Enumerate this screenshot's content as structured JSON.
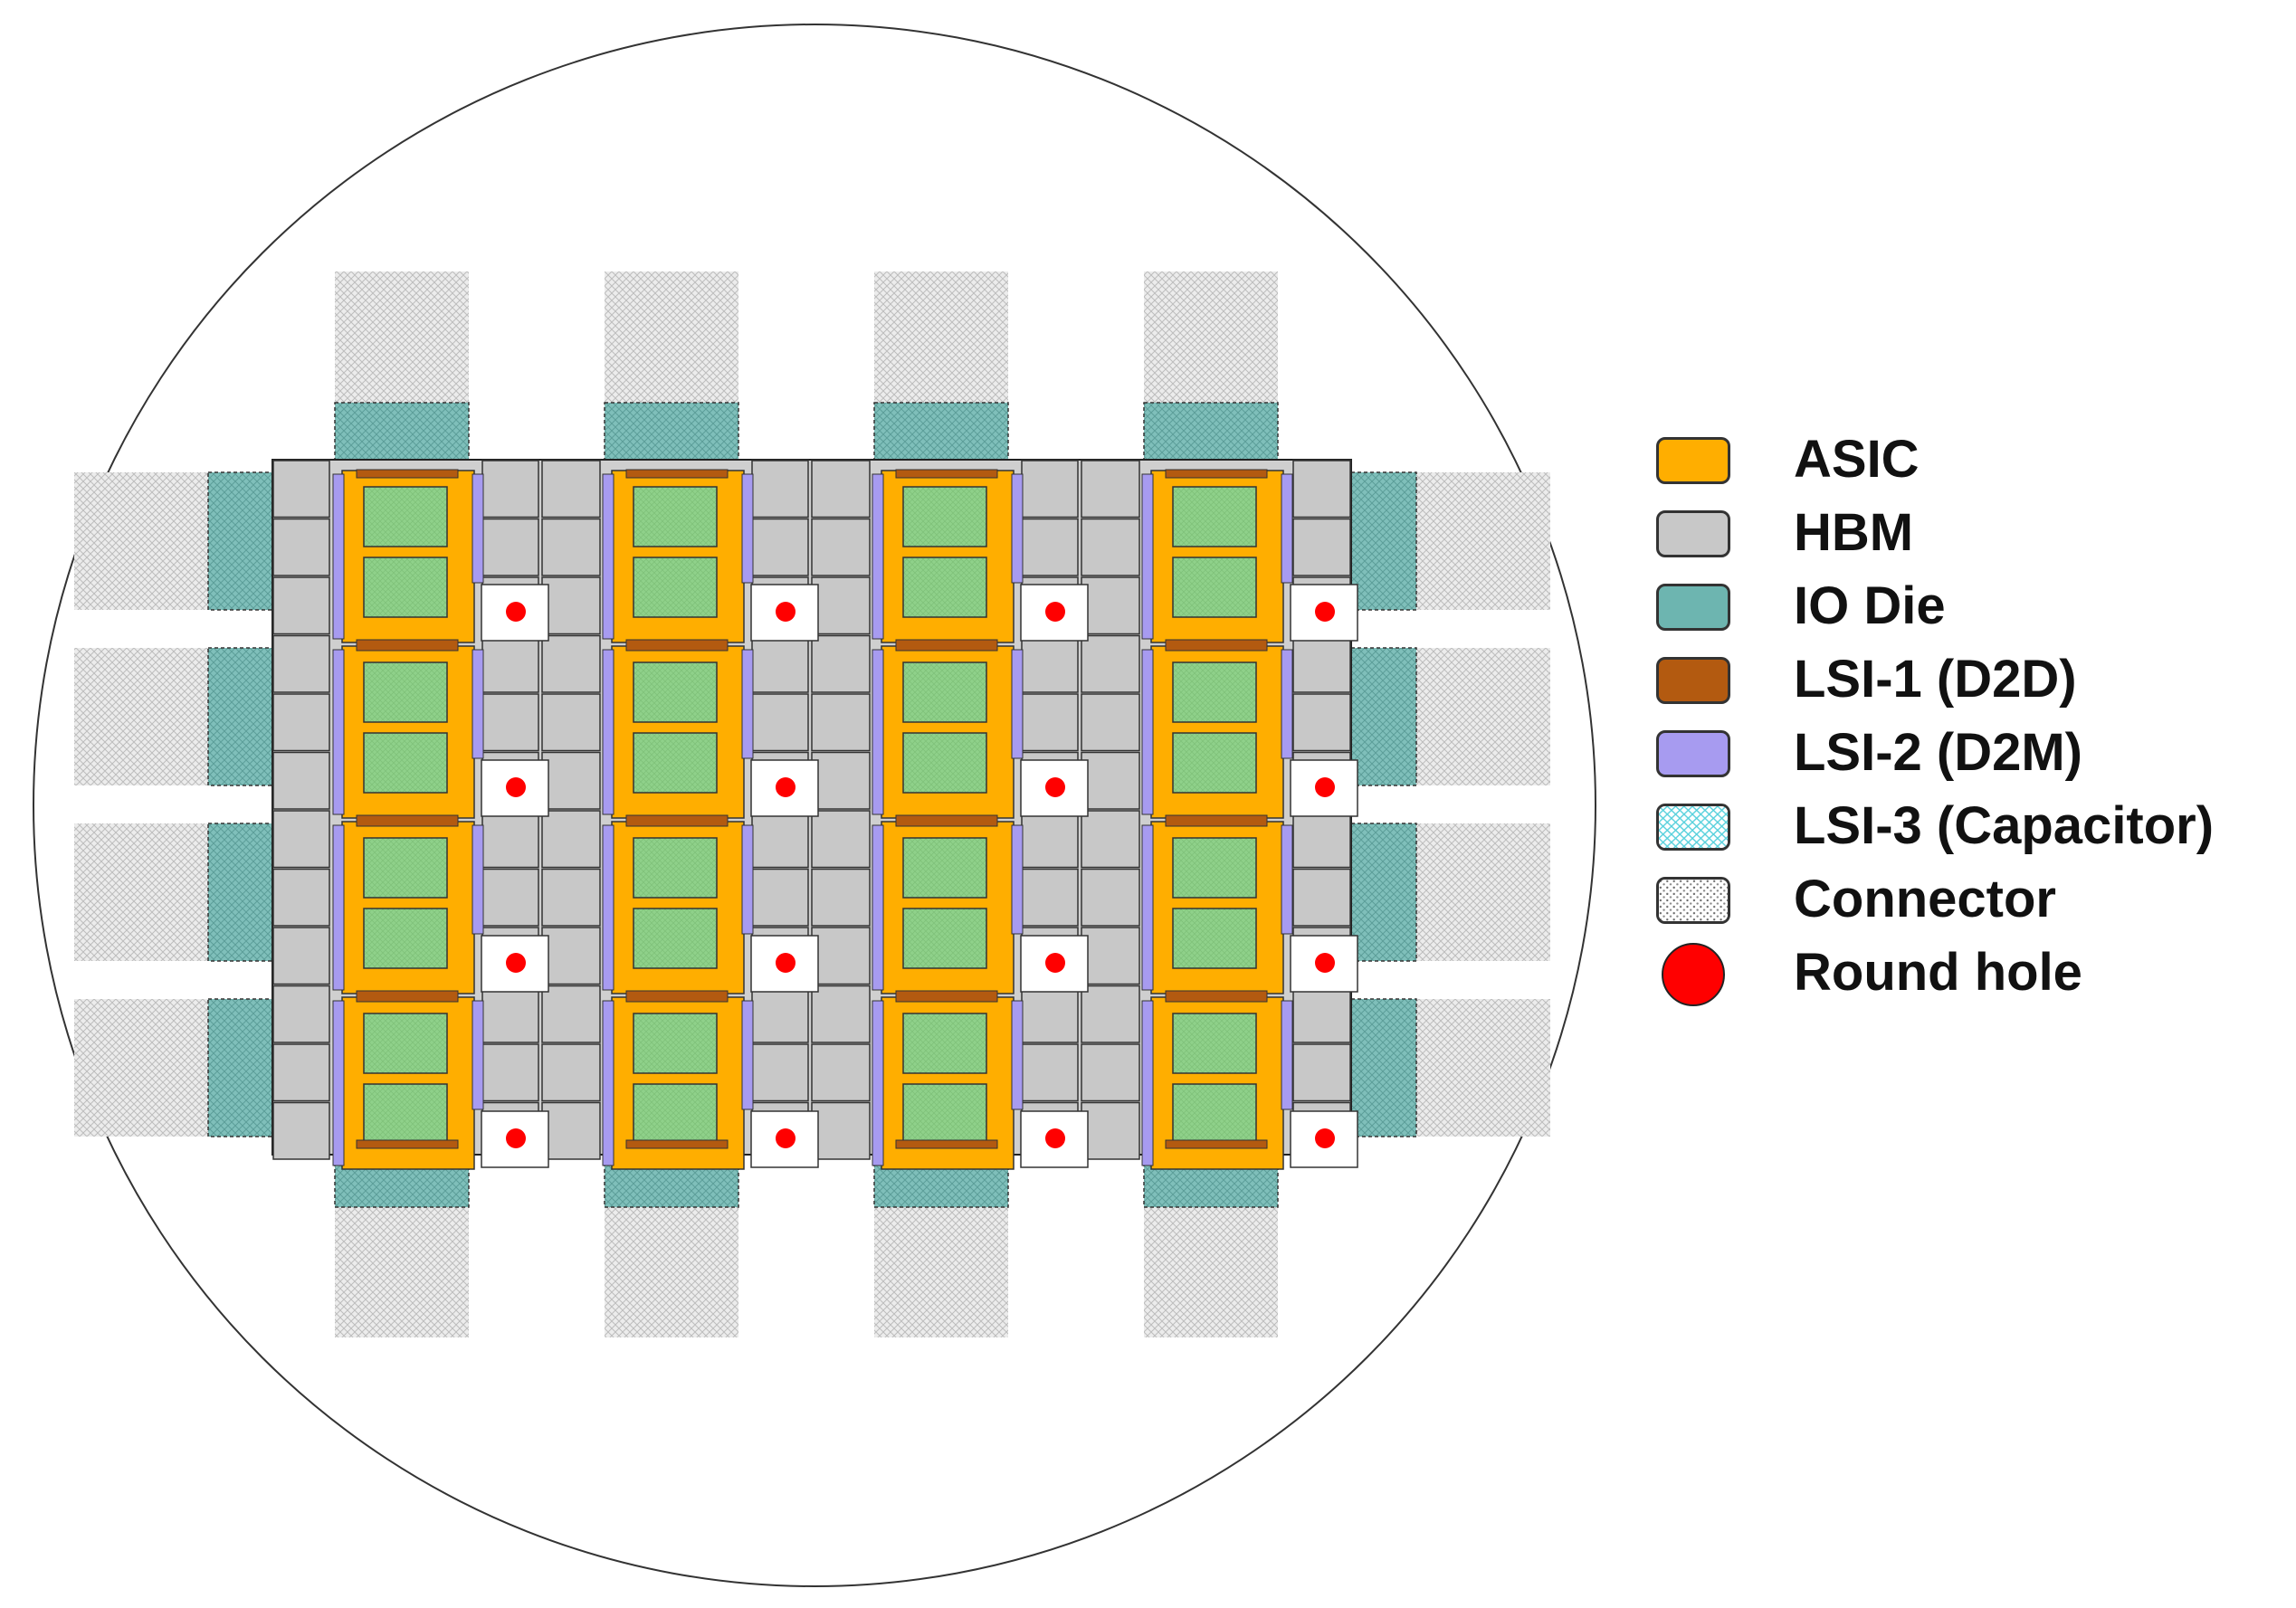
{
  "legend": {
    "items": [
      {
        "key": "asic",
        "label": "ASIC",
        "color": "#FFAE00",
        "icon": "asic-swatch"
      },
      {
        "key": "hbm",
        "label": "HBM",
        "color": "#C8C8C8",
        "icon": "hbm-swatch"
      },
      {
        "key": "io",
        "label": "IO Die",
        "color": "#6DB5B0",
        "icon": "io-die-swatch"
      },
      {
        "key": "lsi1",
        "label": "LSI-1 (D2D)",
        "color": "#B35A10",
        "icon": "lsi-1-swatch"
      },
      {
        "key": "lsi2",
        "label": "LSI-2 (D2M)",
        "color": "#A79BF0",
        "icon": "lsi-2-swatch"
      },
      {
        "key": "lsi3",
        "label": "LSI-3 (Capacitor)",
        "color": "#7FE0E8",
        "icon": "lsi-3-swatch"
      },
      {
        "key": "conn",
        "label": "Connector",
        "color": "#D8D8D8",
        "icon": "connector-swatch"
      },
      {
        "key": "hole",
        "label": "Round hole",
        "color": "#FF0000",
        "icon": "round-hole-swatch"
      }
    ]
  },
  "colors": {
    "asic": "#FFAE00",
    "hbm": "#C8C8C8",
    "io": "#6DB5B0",
    "lsi1": "#B35A10",
    "lsi2": "#A79BF0",
    "compute": "#8FD18A",
    "hole": "#FF0000",
    "outline": "#333333"
  }
}
